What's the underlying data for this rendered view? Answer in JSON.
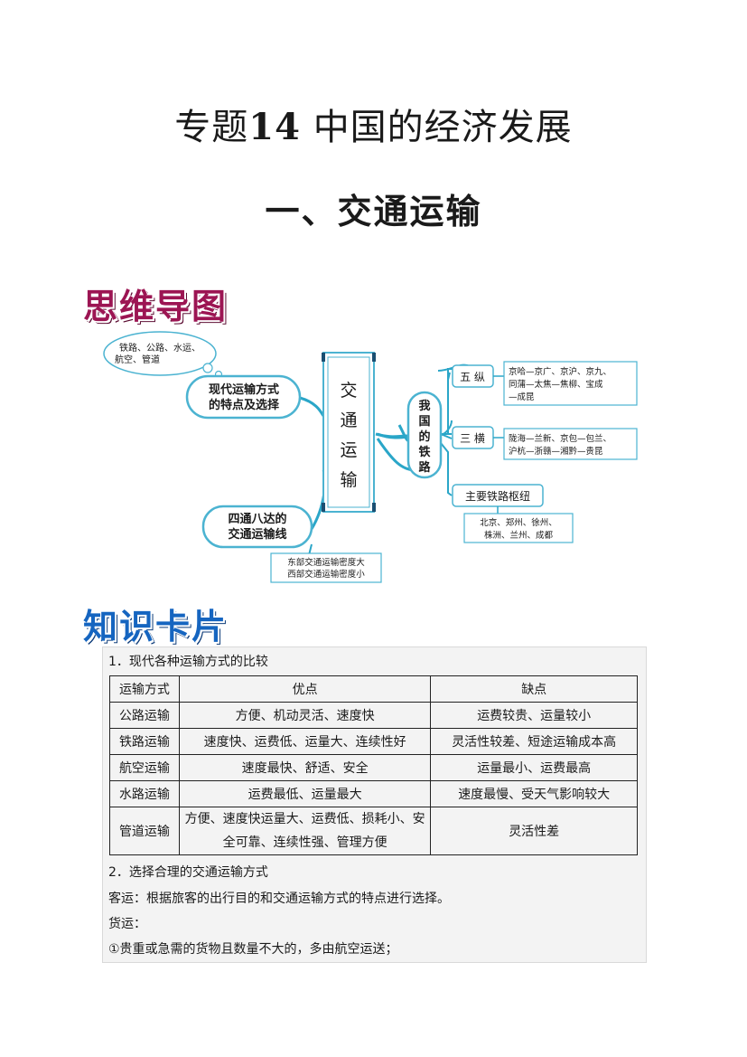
{
  "title": {
    "prefix": "专题",
    "number": "14",
    "rest": "中国的经济发展"
  },
  "subtitle": "一、交通运输",
  "section_mindmap": "思维导图",
  "section_cards": "知识卡片",
  "mindmap": {
    "center": [
      "交",
      "通",
      "运",
      "输"
    ],
    "thought_bubble": [
      "铁路、公路、水运、",
      "航空、管道"
    ],
    "node_modern": [
      "现代运输方式",
      "的特点及选择"
    ],
    "node_network": [
      "四通八达的",
      "交通运输线"
    ],
    "density_note": [
      "东部交通运输密度大",
      "西部交通运输密度小"
    ],
    "railway_node": [
      "我",
      "国",
      "的",
      "铁",
      "路"
    ],
    "five_vertical": "五 纵",
    "five_vertical_detail": [
      "京哈—京广、京沪、京九、",
      "同蒲—太焦—焦柳、宝成",
      "—成昆"
    ],
    "three_horizontal": "三 横",
    "three_horizontal_detail": [
      "陇海—兰新、京包—包兰、",
      "沪杭—浙赣—湘黔—贵昆"
    ],
    "hubs": "主要铁路枢纽",
    "hubs_detail": [
      "北京、郑州、徐州、",
      "株洲、兰州、成都"
    ]
  },
  "card": {
    "heading1": "1．现代各种运输方式的比较",
    "table": {
      "headers": [
        "运输方式",
        "优点",
        "缺点"
      ],
      "rows": [
        [
          "公路运输",
          "方便、机动灵活、速度快",
          "运费较贵、运量较小"
        ],
        [
          "铁路运输",
          "速度快、运费低、运量大、连续性好",
          "灵活性较差、短途运输成本高"
        ],
        [
          "航空运输",
          "速度最快、舒适、安全",
          "运量最小、运费最高"
        ],
        [
          "水路运输",
          "运费最低、运量最大",
          "速度最慢、受天气影响较大"
        ],
        [
          "管道运输",
          "方便、速度快运量大、运费低、损耗小、安全可靠、连续性强、管理方便",
          "灵活性差"
        ]
      ],
      "pipe_adv_line1": "方便、速度快运量大、运费低、损耗小、安",
      "pipe_adv_line2": "全可靠、连续性强、管理方便"
    },
    "heading2": "2．选择合理的交通运输方式",
    "passenger": "客运：根据旅客的出行目的和交通运输方式的特点进行选择。",
    "freight": "货运：",
    "freight_item1": "①贵重或急需的货物且数量不大的，多由航空运送；"
  },
  "colors": {
    "banner1": "#9c1553",
    "banner2": "#1565c0",
    "mindmap_line": "#2aa6c8",
    "mindmap_box": "#4bb3d1"
  }
}
